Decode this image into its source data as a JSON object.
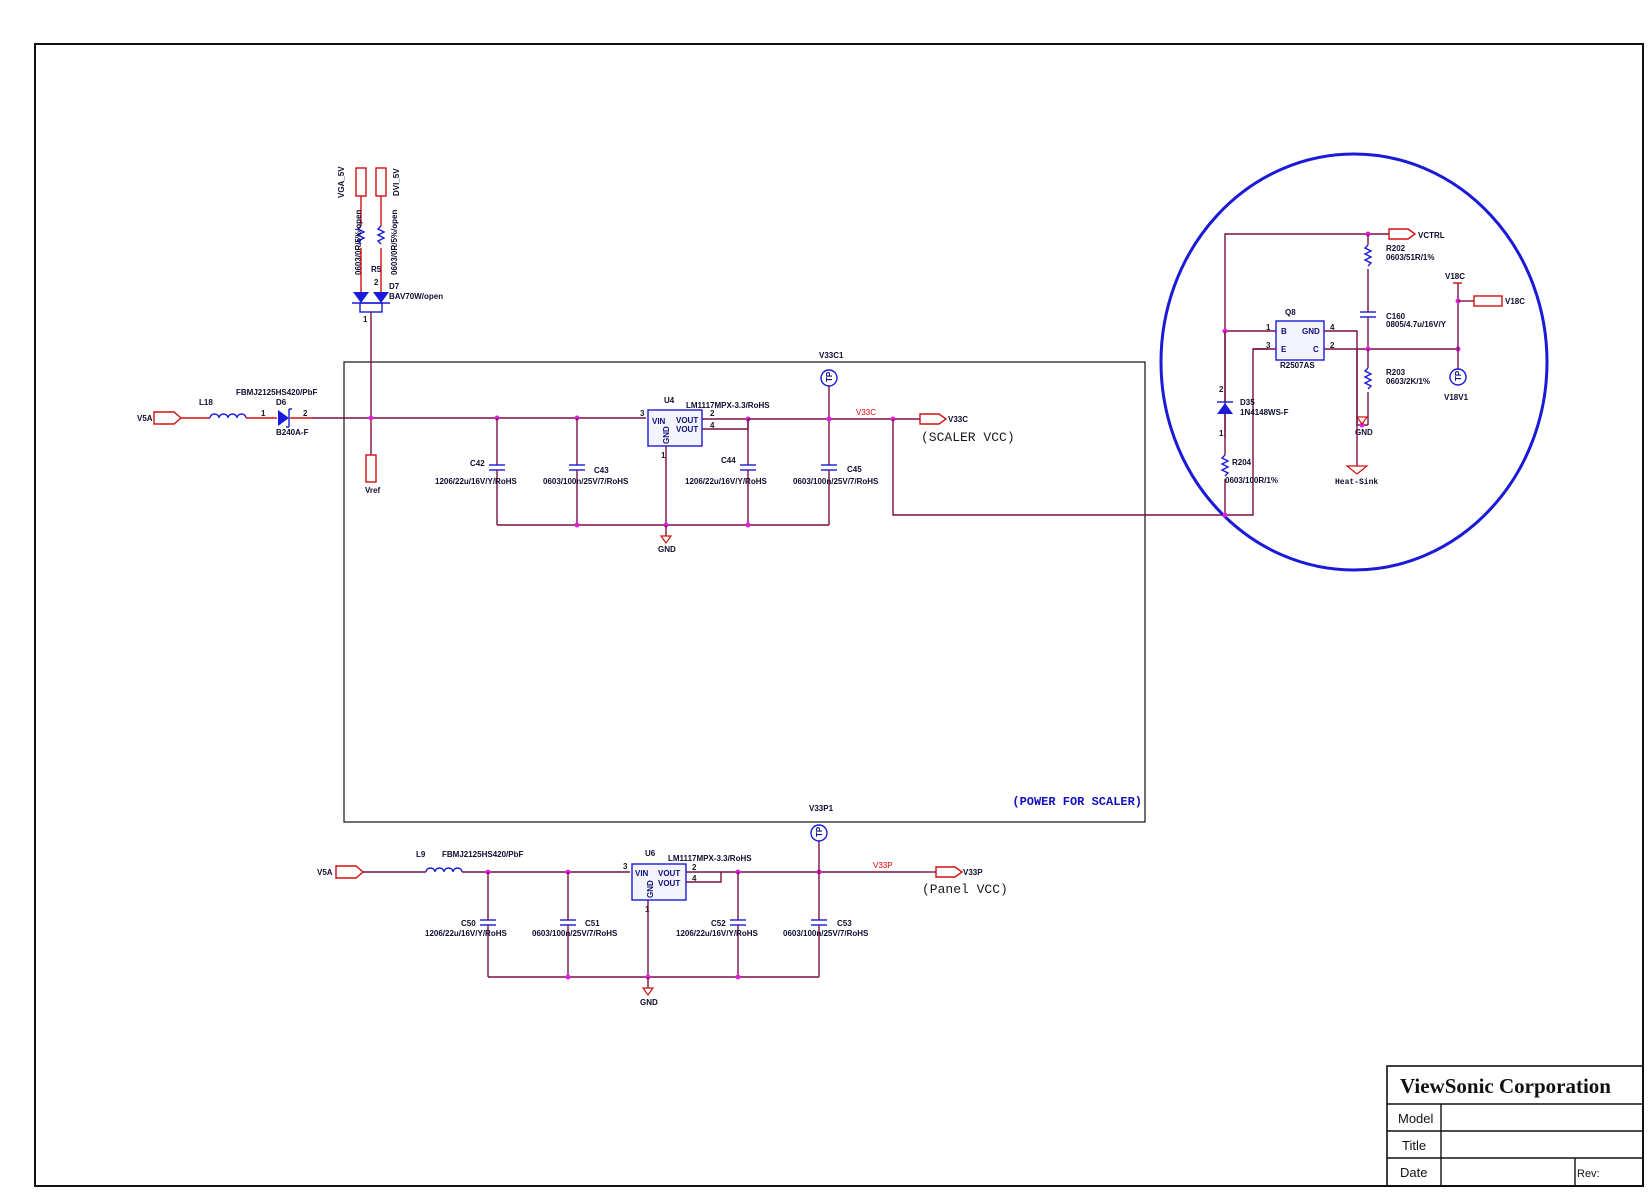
{
  "company": "ViewSonic Corporation",
  "title_block": {
    "model": "Model",
    "title": "Title",
    "date": "Date",
    "rev": "Rev:"
  },
  "notes": {
    "scaler_vcc": "(SCALER VCC)",
    "panel_vcc": "(Panel VCC)",
    "power_for_scaler": "(POWER FOR SCALER)"
  },
  "top": {
    "v5a": "V5A",
    "l18": "L18",
    "l18_part": "FBMJ2125HS420/PbF",
    "d6": "D6",
    "d6_part": "B240A-F",
    "pin1": "1",
    "pin2": "2",
    "vga": "VGA_5V",
    "dvi": "DVI_5V",
    "r_left": "0603/0R/5%/open",
    "r5": "R5",
    "r5_part": "0603/0R/5%/open",
    "d7": "D7",
    "d7_part": "BAV70W/open",
    "vref": "Vref",
    "u4": "U4",
    "u4_part": "LM1117MPX-3.3/RoHS",
    "vin": "VIN",
    "vout": "VOUT",
    "gnd_pin": "GND",
    "p3": "3",
    "p2": "2",
    "p4": "4",
    "p1": "1",
    "c42": "C42",
    "c42_part": "1206/22u/16V/Y/RoHS",
    "c43": "C43",
    "c43_part": "0603/100n/25V/7/RoHS",
    "c44": "C44",
    "c44_part": "1206/22u/16V/Y/RoHS",
    "c45": "C45",
    "c45_part": "0603/100n/25V/7/RoHS",
    "tp_label": "V33C1",
    "tp": "TP",
    "net": "V33C",
    "port": "V33C",
    "gnd": "GND"
  },
  "bottom": {
    "v5a": "V5A",
    "l9": "L9",
    "l9_part": "FBMJ2125HS420/PbF",
    "u6": "U6",
    "u6_part": "LM1117MPX-3.3/RoHS",
    "vin": "VIN",
    "vout": "VOUT",
    "gnd_pin": "GND",
    "p3": "3",
    "p2": "2",
    "p4": "4",
    "p1": "1",
    "c50": "C50",
    "c50_part": "1206/22u/16V/Y/RoHS",
    "c51": "C51",
    "c51_part": "0603/100n/25V/7/RoHS",
    "c52": "C52",
    "c52_part": "1206/22u/16V/Y/RoHS",
    "c53": "C53",
    "c53_part": "0603/100n/25V/7/RoHS",
    "tp_label": "V33P1",
    "tp": "TP",
    "net": "V33P",
    "port": "V33P",
    "gnd": "GND"
  },
  "circle": {
    "vctrl": "VCTRL",
    "r202": "R202",
    "r202_part": "0603/51R/1%",
    "c160": "C160",
    "c160_part": "0805/4.7u/16V/Y",
    "q8": "Q8",
    "q8_part": "R2507AS",
    "b": "B",
    "e": "E",
    "c": "C",
    "gnd_pin": "GND",
    "p1": "1",
    "p3": "3",
    "p4": "4",
    "p2": "2",
    "r203": "R203",
    "r203_part": "0603/2K/1%",
    "v18c_top": "V18C",
    "v18c_port": "V18C",
    "tp": "TP",
    "tp_label": "V18V1",
    "d35": "D35",
    "d35_part": "1N4148WS-F",
    "d_p2": "2",
    "d_p1": "1",
    "r204": "R204",
    "r204_part": "0603/100R/1%",
    "gnd": "GND",
    "heat_sink": "Heat-Sink"
  }
}
